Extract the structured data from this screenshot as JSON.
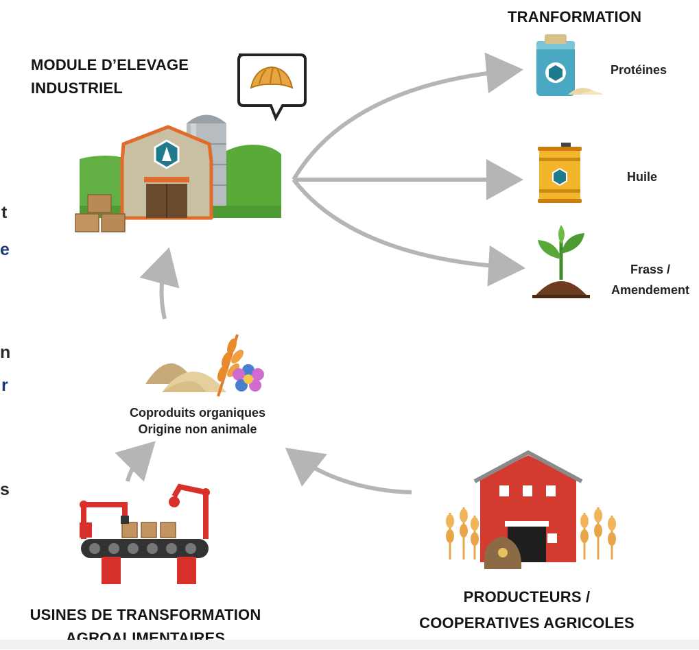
{
  "nodes": {
    "module": {
      "line1": "MODULE D’ELEVAGE",
      "line2": "INDUSTRIEL"
    },
    "transformation_title": "TRANFORMATION",
    "outputs": [
      {
        "label": "Protéines"
      },
      {
        "label": "Huile"
      },
      {
        "label": "Frass /",
        "label2": "Amendement"
      }
    ],
    "coproduits": {
      "line1": "Coproduits organiques",
      "line2": "Origine non animale"
    },
    "usines": {
      "line1": "USINES DE TRANSFORMATION",
      "line2": "AGROALIMENTAIRES"
    },
    "producteurs": {
      "line1": "PRODUCTEURS /",
      "line2": "COOPERATIVES AGRICOLES"
    }
  },
  "edge_fragments": [
    "t",
    "e",
    "n",
    "r",
    "s"
  ],
  "colors": {
    "arrow": "#b5b5b5",
    "barn_red": "#d33a30",
    "green_hill": "#5aaa3a",
    "accent_blue": "#1f3a7a",
    "wheat": "#e8a64a"
  }
}
